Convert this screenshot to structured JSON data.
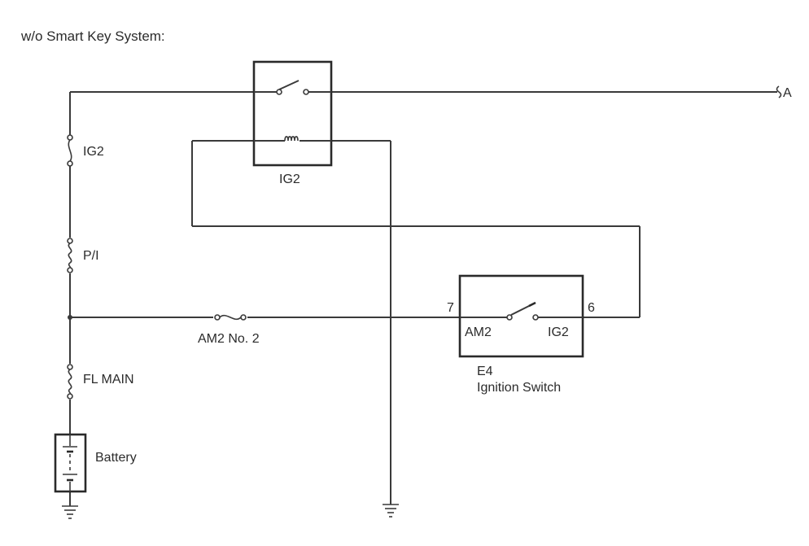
{
  "title": "w/o Smart Key System:",
  "connector_label": "A",
  "fuses": {
    "ig2": "IG2",
    "pi": "P/I",
    "fl_main": "FL MAIN",
    "am2_no2": "AM2 No. 2"
  },
  "relay": {
    "label": "IG2"
  },
  "battery": {
    "label": "Battery"
  },
  "ignition_switch": {
    "pin_left": "7",
    "pin_right": "6",
    "terminal_left": "AM2",
    "terminal_right": "IG2",
    "code": "E4",
    "name": "Ignition Switch"
  }
}
